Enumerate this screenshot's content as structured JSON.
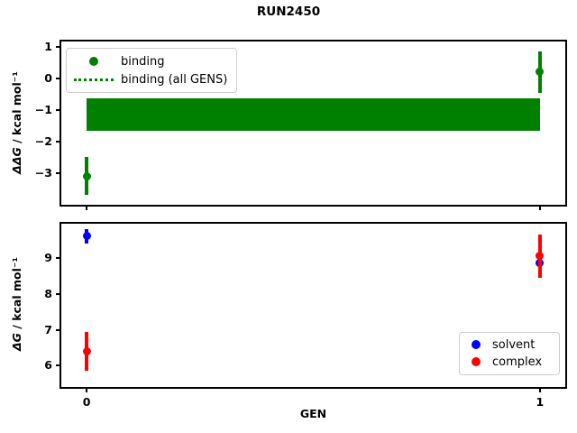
{
  "figure": {
    "title": "RUN2450",
    "xlabel": "GEN",
    "background": "#ffffff"
  },
  "colors": {
    "binding": "#008000",
    "solvent": "#0000ff",
    "complex": "#ff0000",
    "spine": "#000000",
    "legend_border": "#cccccc"
  },
  "chart_data": [
    {
      "type": "scatter",
      "title": "RUN2450",
      "ylabel": "ΔΔG / kcal mol⁻¹",
      "ylabel_math": "ΔΔG",
      "ylabel_rest": " / kcal mol⁻¹",
      "xlabel": "",
      "xlim": [
        -0.056,
        1.056
      ],
      "ylim": [
        -4.0,
        1.17
      ],
      "grid": false,
      "show_xtick_labels": false,
      "xticks": [
        {
          "v": 0,
          "label": "0"
        },
        {
          "v": 1,
          "label": "1"
        }
      ],
      "yticks": [
        {
          "v": 1,
          "label": "1"
        },
        {
          "v": 0,
          "label": "0"
        },
        {
          "v": -1,
          "label": "−1"
        },
        {
          "v": -2,
          "label": "−2"
        },
        {
          "v": -3,
          "label": "−3"
        }
      ],
      "band": {
        "name": "binding (all GENS)",
        "x0": 0,
        "x1": 1,
        "y_low": -1.66,
        "y_high": -0.64,
        "center": -1.15,
        "halfwidth": 0.51,
        "color": "#008000"
      },
      "series": [
        {
          "name": "binding",
          "color": "#008000",
          "points": [
            {
              "x": 0,
              "y": -3.1,
              "yerr": 0.6
            },
            {
              "x": 1,
              "y": 0.2,
              "yerr": 0.65
            }
          ]
        }
      ],
      "legend": {
        "position": "upper-left",
        "entries": [
          {
            "label": "binding",
            "swatch": "dot",
            "color": "#008000"
          },
          {
            "label": "binding (all GENS)",
            "swatch": "dotted-line",
            "color": "#008000"
          }
        ]
      }
    },
    {
      "type": "scatter",
      "ylabel": "ΔG / kcal mol⁻¹",
      "ylabel_math": "ΔG",
      "ylabel_rest": " / kcal mol⁻¹",
      "xlabel": "GEN",
      "xlim": [
        -0.056,
        1.056
      ],
      "ylim": [
        5.42,
        9.96
      ],
      "grid": false,
      "show_xtick_labels": true,
      "xticks": [
        {
          "v": 0,
          "label": "0"
        },
        {
          "v": 1,
          "label": "1"
        }
      ],
      "yticks": [
        {
          "v": 9,
          "label": "9"
        },
        {
          "v": 8,
          "label": "8"
        },
        {
          "v": 7,
          "label": "7"
        },
        {
          "v": 6,
          "label": "6"
        }
      ],
      "series": [
        {
          "name": "solvent",
          "color": "#0000ff",
          "points": [
            {
              "x": 0,
              "y": 9.6,
              "yerr": 0.2
            },
            {
              "x": 1,
              "y": 8.85,
              "yerr": 0.2
            }
          ]
        },
        {
          "name": "complex",
          "color": "#ff0000",
          "points": [
            {
              "x": 0,
              "y": 6.4,
              "yerr": 0.55
            },
            {
              "x": 1,
              "y": 9.05,
              "yerr": 0.6
            }
          ]
        }
      ],
      "legend": {
        "position": "lower-right",
        "entries": [
          {
            "label": "solvent",
            "swatch": "dot",
            "color": "#0000ff"
          },
          {
            "label": "complex",
            "swatch": "dot",
            "color": "#ff0000"
          }
        ]
      }
    }
  ]
}
